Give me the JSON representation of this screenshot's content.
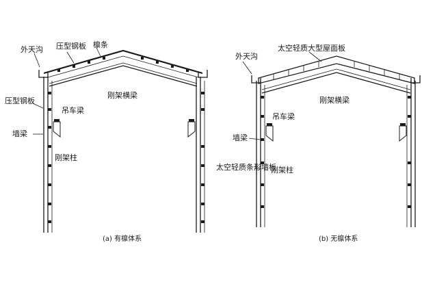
{
  "left_diagram": {
    "labels": {
      "gutter": "外天沟",
      "roof_panel": "压型钢板",
      "purlin": "檩条",
      "frame_beam": "刚架横梁",
      "crane_beam": "吊车梁",
      "wall_panel": "压型钢板",
      "wall_girt": "墙梁",
      "frame_column": "刚架柱"
    },
    "caption": "(a) 有檩体系"
  },
  "right_diagram": {
    "labels": {
      "gutter": "外天沟",
      "roof_panel": "太空轻质大型屋面板",
      "frame_beam": "刚架横梁",
      "crane_beam": "吊车梁",
      "wall_girt": "墙梁",
      "wall_panel": "太空轻质条形墙板",
      "frame_column": "刚架柱"
    },
    "caption": "(b) 无檩体系"
  }
}
